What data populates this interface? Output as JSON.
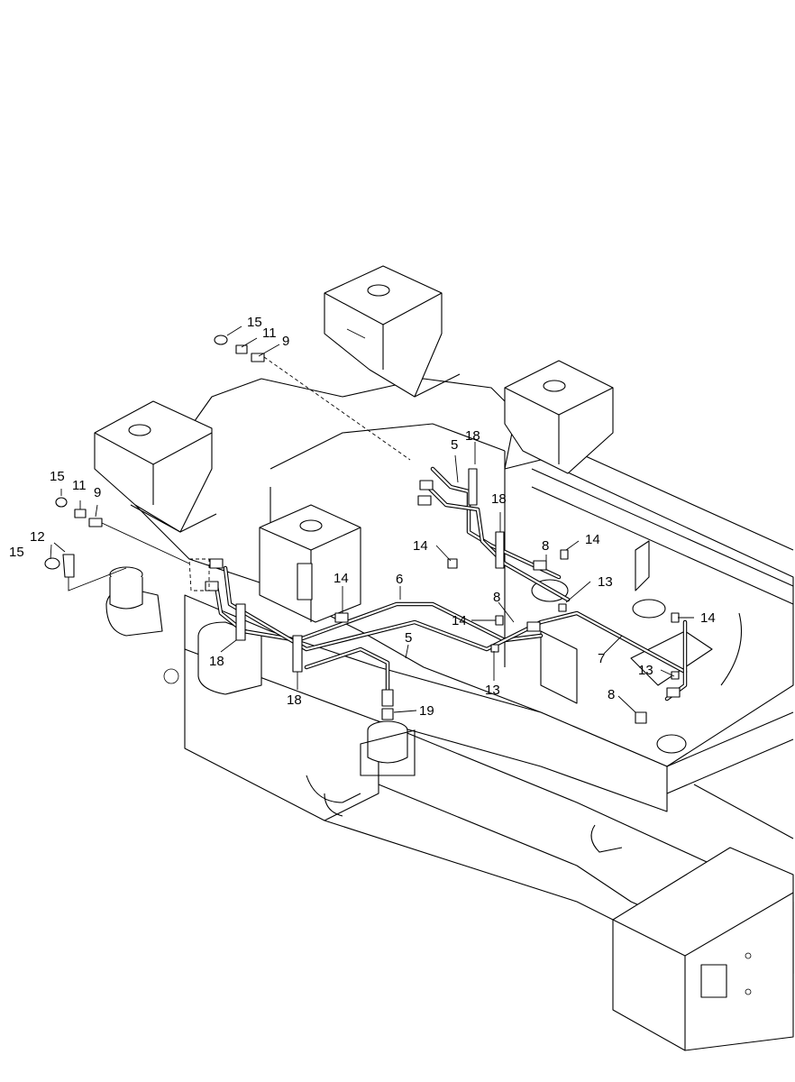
{
  "diagram": {
    "callouts": [
      {
        "id": "c1",
        "text": "15"
      },
      {
        "id": "c2",
        "text": "11"
      },
      {
        "id": "c3",
        "text": "9"
      },
      {
        "id": "c4",
        "text": "15"
      },
      {
        "id": "c5",
        "text": "11"
      },
      {
        "id": "c6",
        "text": "9"
      },
      {
        "id": "c7",
        "text": "12"
      },
      {
        "id": "c8",
        "text": "15"
      },
      {
        "id": "c9",
        "text": "5"
      },
      {
        "id": "c10",
        "text": "18"
      },
      {
        "id": "c11",
        "text": "18"
      },
      {
        "id": "c12",
        "text": "14"
      },
      {
        "id": "c13",
        "text": "8"
      },
      {
        "id": "c14",
        "text": "14"
      },
      {
        "id": "c15",
        "text": "14"
      },
      {
        "id": "c16",
        "text": "6"
      },
      {
        "id": "c17",
        "text": "13"
      },
      {
        "id": "c18",
        "text": "8"
      },
      {
        "id": "c19",
        "text": "14"
      },
      {
        "id": "c20",
        "text": "14"
      },
      {
        "id": "c21",
        "text": "5"
      },
      {
        "id": "c22",
        "text": "7"
      },
      {
        "id": "c23",
        "text": "18"
      },
      {
        "id": "c24",
        "text": "18"
      },
      {
        "id": "c25",
        "text": "13"
      },
      {
        "id": "c26",
        "text": "13"
      },
      {
        "id": "c27",
        "text": "19"
      },
      {
        "id": "c28",
        "text": "8"
      }
    ]
  }
}
